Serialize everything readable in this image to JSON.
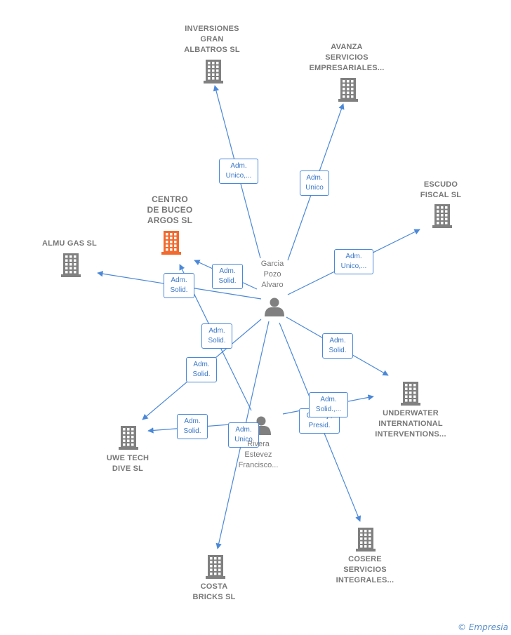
{
  "colors": {
    "edge": "#4a88d8",
    "node_company": "#808080",
    "node_focus": "#f26a2e",
    "node_person": "#808080"
  },
  "people": [
    {
      "id": "p1",
      "name_lines": [
        "Garcia",
        "Pozo",
        "Alvaro"
      ],
      "icon": "person-icon"
    },
    {
      "id": "p2",
      "name_lines": [
        "Rivera",
        "Estevez",
        "Francisco..."
      ],
      "icon": "person-icon"
    }
  ],
  "companies": [
    {
      "id": "c_inversiones",
      "name_lines": [
        "INVERSIONES",
        "GRAN",
        "ALBATROS  SL"
      ],
      "icon": "building-icon",
      "focus": false
    },
    {
      "id": "c_avanza",
      "name_lines": [
        "AVANZA",
        "SERVICIOS",
        "EMPRESARIALES..."
      ],
      "icon": "building-icon",
      "focus": false
    },
    {
      "id": "c_escudo",
      "name_lines": [
        "ESCUDO",
        "FISCAL  SL"
      ],
      "icon": "building-icon",
      "focus": false
    },
    {
      "id": "c_centro",
      "name_lines": [
        "CENTRO",
        "DE BUCEO",
        "ARGOS  SL"
      ],
      "icon": "building-icon",
      "focus": true
    },
    {
      "id": "c_almu",
      "name_lines": [
        "ALMU GAS  SL"
      ],
      "icon": "building-icon",
      "focus": false
    },
    {
      "id": "c_underwater",
      "name_lines": [
        "UNDERWATER",
        "INTERNATIONAL",
        "INTERVENTIONS..."
      ],
      "icon": "building-icon",
      "focus": false
    },
    {
      "id": "c_uwe",
      "name_lines": [
        "UWE TECH",
        "DIVE  SL"
      ],
      "icon": "building-icon",
      "focus": false
    },
    {
      "id": "c_costa",
      "name_lines": [
        "COSTA",
        "BRICKS  SL"
      ],
      "icon": "building-icon",
      "focus": false
    },
    {
      "id": "c_cosere",
      "name_lines": [
        "COSERE",
        "SERVICIOS",
        "INTEGRALES..."
      ],
      "icon": "building-icon",
      "focus": false
    }
  ],
  "edges": [
    {
      "from": "p1",
      "to": "c_inversiones",
      "label_lines": [
        "Adm.",
        "Unico,..."
      ]
    },
    {
      "from": "p1",
      "to": "c_avanza",
      "label_lines": [
        "Adm.",
        "Unico"
      ]
    },
    {
      "from": "p1",
      "to": "c_escudo",
      "label_lines": [
        "Adm.",
        "Unico,..."
      ]
    },
    {
      "from": "p1",
      "to": "c_centro",
      "label_lines": [
        "Adm.",
        "Solid."
      ]
    },
    {
      "from": "p1",
      "to": "c_almu",
      "label_lines": [
        "Adm.",
        "Solid."
      ]
    },
    {
      "from": "p1",
      "to": "c_underwater",
      "label_lines": [
        "Adm.",
        "Solid."
      ]
    },
    {
      "from": "p1",
      "to": "c_uwe",
      "label_lines": [
        "Adm.",
        "Solid."
      ]
    },
    {
      "from": "p1",
      "to": "c_costa",
      "label_lines": [
        "Adm.",
        "Unico"
      ]
    },
    {
      "from": "p1",
      "to": "c_cosere",
      "label_lines": [
        "Consej.,",
        "Presid."
      ]
    },
    {
      "from": "p2",
      "to": "c_centro",
      "label_lines": [
        "Adm.",
        "Solid."
      ]
    },
    {
      "from": "p2",
      "to": "c_uwe",
      "label_lines": [
        "Adm.",
        "Solid."
      ]
    },
    {
      "from": "p2",
      "to": "c_underwater",
      "label_lines": [
        "Adm.",
        "Solid.,..."
      ]
    }
  ],
  "watermark": {
    "symbol": "©",
    "text": "Empresia"
  }
}
